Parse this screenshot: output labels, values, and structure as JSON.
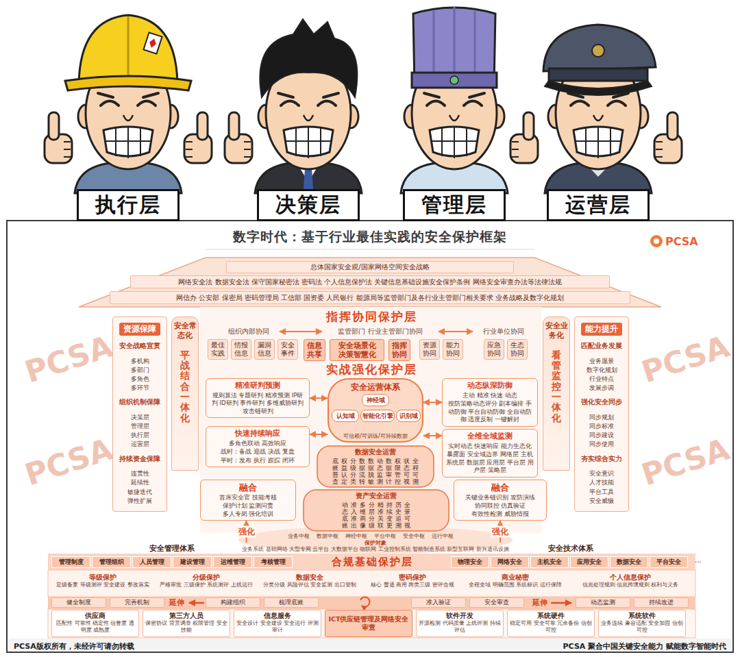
{
  "diagram": {
    "title": "数字时代：基于行业最佳实践的安全保护框架",
    "nodes": [
      {
        "text": [
          "执行层"
        ]
      },
      {
        "text": [
          "决策层"
        ]
      },
      {
        "text": [
          "管理层"
        ]
      },
      {
        "text": [
          "运营层"
        ]
      },
      {
        "text": [
          "总体国家安全观/国家网络空间安全战略"
        ]
      },
      {
        "text": [
          "网络安全法 数据安全法 保守国家秘密法 密码法 个人信息保护法 关键信息基础设施安全保护条例 网络安全审查办法等法律法规"
        ]
      },
      {
        "text": [
          "网信办 公安部 保密局 密码管理局 工信部 国资委 人民银行 能源局等监管部门及各行业主管部门相关要求 业务战略及数字化规划"
        ]
      },
      {
        "text": [
          "资源保障",
          "安全战略宣贯",
          "多机构 多部门 多角色 多环节",
          "组织机制保障",
          "决策层 管理层 执行层 运营层",
          "持续资金保障",
          "连贯性 延续性 敏捷迭代 弹性扩展"
        ]
      },
      {
        "text": [
          "安全常态化",
          "平战结合一体化"
        ]
      },
      {
        "text": [
          "安全业务化",
          "看管监控一体化"
        ]
      },
      {
        "text": [
          "能力提升",
          "匹配业务发展",
          "业务愿景 数字化规划 行业特点 发展步调",
          "强化安全同步",
          "同步规划 同步标准 同步建设 同步使用",
          "夯实综合实力",
          "安全意识 人才技能 平台工具 安全威慑"
        ]
      },
      {
        "text": [
          "指挥协同保护层"
        ]
      },
      {
        "text": [
          "组织内部协同"
        ]
      },
      {
        "text": [
          "监管部门 行业主管部门协同"
        ]
      },
      {
        "text": [
          "行业单位协同"
        ]
      },
      {
        "text": [
          "最佳实践"
        ]
      },
      {
        "text": [
          "情报信息"
        ]
      },
      {
        "text": [
          "漏洞信息"
        ]
      },
      {
        "text": [
          "安全事件"
        ]
      },
      {
        "text": [
          "信息共享"
        ]
      },
      {
        "text": [
          "安全场景化 决策智慧化"
        ]
      },
      {
        "text": [
          "指挥协同"
        ]
      },
      {
        "text": [
          "资源协同"
        ]
      },
      {
        "text": [
          "能力协同"
        ]
      },
      {
        "text": [
          "应急协同"
        ]
      },
      {
        "text": [
          "生态协同"
        ]
      },
      {
        "text": [
          "实战强化保护层"
        ]
      },
      {
        "text": [
          "精准研判预测",
          "规则算法 专题研判 精准预测 IP研判 ID研判 事件研判 多维威胁研判 攻击链研判"
        ]
      },
      {
        "text": [
          "动态纵深防御",
          "主动 精准 快速 动态",
          "按防策略动态评分 剧本编排 手动防御 平台自动防御 全自动防御 适度反制 一键解封"
        ]
      },
      {
        "text": [
          "安全运营体系",
          "可信赖/可训练/可持续数据"
        ]
      },
      {
        "text": [
          "神经域"
        ],
        "in": 29
      },
      {
        "text": [
          "认知域"
        ],
        "in": 29
      },
      {
        "text": [
          "智能化引擎"
        ],
        "in": 29
      },
      {
        "text": [
          "识别域"
        ],
        "in": 29
      },
      {
        "text": [
          "快速持续响应",
          "多角色联动 高效响应",
          "战时：备战 迎战 决战 复盘",
          "平时：发布 执行 跟踪 闭环"
        ]
      },
      {
        "text": [
          "全维全域监测",
          "实时动态 快速响应 能力生态化",
          "暴露面 安全域边界 网络层 主机系统层 数据层 应用层 平台层 用户层 策略层"
        ]
      },
      {
        "text": [
          "数据安全运营",
          "底账普查",
          "权益认定",
          "分级分类",
          "数据流转",
          "数据脱敏",
          "动态监测",
          "数据审计",
          "权限管控",
          "状态可视",
          "全程可溯"
        ]
      },
      {
        "text": [
          "资产安全运营",
          "动态底账",
          "准入准出",
          "多维画像",
          "分层分级",
          "精准关联",
          "持续变更",
          "历史追溯",
          "全景可视"
        ]
      },
      {
        "text": [
          "融合",
          "首席安全官 技能考核",
          "保护计划 监测问责",
          "多人专岗 强化培训"
        ]
      },
      {
        "text": [
          "融合",
          "关键业务链识别 攻防演练",
          "协同联控 仿真验证",
          "有效性检测 威胁情报"
        ]
      },
      {
        "text": [
          "安全管理体系"
        ]
      },
      {
        "text": [
          "管理制度"
        ],
        "in": 40
      },
      {
        "text": [
          "管理组织"
        ],
        "in": 40
      },
      {
        "text": [
          "人员管理"
        ],
        "in": 40
      },
      {
        "text": [
          "建设管理"
        ],
        "in": 40
      },
      {
        "text": [
          "运维管理"
        ],
        "in": 40
      },
      {
        "text": [
          "考核管理"
        ],
        "in": 40
      },
      {
        "text": [
          "安全技术体系"
        ]
      },
      {
        "text": [
          "物理安全"
        ],
        "in": 47
      },
      {
        "text": [
          "网络安全"
        ],
        "in": 47
      },
      {
        "text": [
          "主机安全"
        ],
        "in": 47
      },
      {
        "text": [
          "应用安全"
        ],
        "in": 47
      },
      {
        "text": [
          "数据安全"
        ],
        "in": 47
      },
      {
        "text": [
          "平台安全"
        ],
        "in": 47
      },
      {
        "text": [
          "合规基础保护层"
        ]
      },
      {
        "text": [
          "等级保护",
          "定级备案 等级测评 安全建设 整改落实"
        ]
      },
      {
        "text": [
          "分级保护",
          "严格审批 三级保护 系统测评 上线运行"
        ]
      },
      {
        "text": [
          "数据安全",
          "分类分级 风险评估 安全监测 出口管制"
        ]
      },
      {
        "text": [
          "密码保护",
          "核心 普通 商用 两类三级 密评合规"
        ]
      },
      {
        "text": [
          "商业秘密",
          "全程全域 明确范围 系统标识 运行保障"
        ]
      },
      {
        "text": [
          "个人信息保护",
          "信息处理规则 信息跨境规则 权利与义务"
        ]
      },
      {
        "text": [
          "健全制度"
        ]
      },
      {
        "text": [
          "完善机制"
        ]
      },
      {
        "text": [
          "构建组织"
        ]
      },
      {
        "text": [
          "梳理底账"
        ]
      },
      {
        "text": [
          "准入验证"
        ]
      },
      {
        "text": [
          "安全审查"
        ]
      },
      {
        "text": [
          "动态监测"
        ]
      },
      {
        "text": [
          "持续改进"
        ]
      },
      {
        "text": [
          "供应商",
          "匹配性 可靠性 稳定性 信誉度 透明度 成熟度"
        ]
      },
      {
        "text": [
          "第三方人员",
          "保密协议 背景调查 权限管理 安全技能"
        ]
      },
      {
        "text": [
          "信息服务",
          "安全设计 安全建设 安全运行 评测审计"
        ]
      },
      {
        "text": [
          "ICT供应链管理及网络安全审查"
        ]
      },
      {
        "text": [
          "软件开发",
          "开源检测 代码质量 上线评测 持续评估"
        ]
      },
      {
        "text": [
          "系统硬件",
          "稳定可用 安全可靠 冗余备份 信创可控"
        ]
      },
      {
        "text": [
          "系统软件",
          "业务连续 兼容适配 安全加固 信创可控"
        ]
      }
    ],
    "edges": [
      {
        "from": 12,
        "to": 13,
        "arrow": "both"
      },
      {
        "from": 13,
        "to": 14,
        "arrow": "both"
      },
      {
        "from": 27,
        "to": 29,
        "arrow": "both"
      },
      {
        "from": 28,
        "to": 29,
        "arrow": "both"
      },
      {
        "from": 34,
        "to": 29,
        "arrow": "both"
      },
      {
        "from": 35,
        "to": 29,
        "arrow": "both"
      },
      {
        "from": 40,
        "to": 38,
        "label": "强化",
        "arrow": "to"
      },
      {
        "from": 47,
        "to": 39,
        "label": "强化",
        "arrow": "to"
      }
    ],
    "labels": [
      "PCSA",
      "业务中枢",
      "数据中枢",
      "神经中枢",
      "平台中枢",
      "安全中枢",
      "运行中枢",
      "保护对象",
      "业务系统 基础网络 大型专网 云平台 大数据平台 物联网 工业控制系统 智能制造系统 新型互联网 新兴通讯设施",
      "延伸",
      "延伸",
      "...",
      "PCSA版权所有，未经许可请勿转载",
      "PCSA 聚合中国关键安全能力 赋能数字智能时代",
      "PCSA",
      "PCSA",
      "PCSA",
      "PCSA"
    ]
  }
}
